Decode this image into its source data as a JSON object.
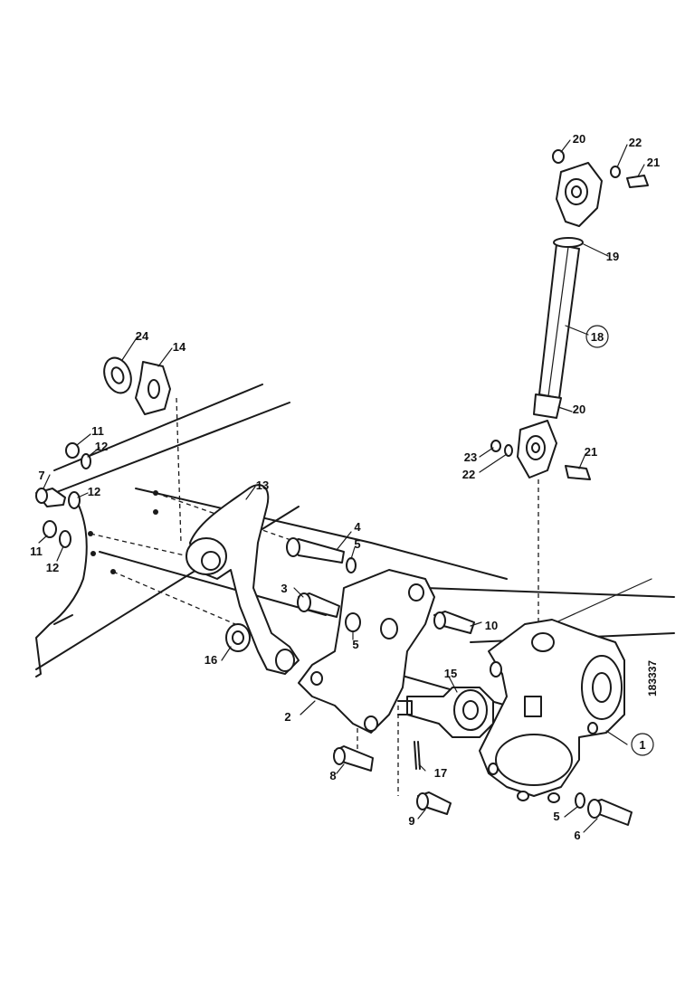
{
  "figure": {
    "reference": "183337",
    "callouts": [
      {
        "text": "1",
        "circled": true
      },
      {
        "text": "2"
      },
      {
        "text": "3"
      },
      {
        "text": "4"
      },
      {
        "text": "5"
      },
      {
        "text": "5"
      },
      {
        "text": "5"
      },
      {
        "text": "6"
      },
      {
        "text": "7"
      },
      {
        "text": "8"
      },
      {
        "text": "9"
      },
      {
        "text": "10"
      },
      {
        "text": "11"
      },
      {
        "text": "11"
      },
      {
        "text": "12"
      },
      {
        "text": "12"
      },
      {
        "text": "12"
      },
      {
        "text": "13"
      },
      {
        "text": "14"
      },
      {
        "text": "15"
      },
      {
        "text": "16"
      },
      {
        "text": "17"
      },
      {
        "text": "18",
        "circled": true
      },
      {
        "text": "19"
      },
      {
        "text": "20"
      },
      {
        "text": "20"
      },
      {
        "text": "21"
      },
      {
        "text": "21"
      },
      {
        "text": "22"
      },
      {
        "text": "22"
      },
      {
        "text": "23"
      },
      {
        "text": "24"
      }
    ]
  }
}
